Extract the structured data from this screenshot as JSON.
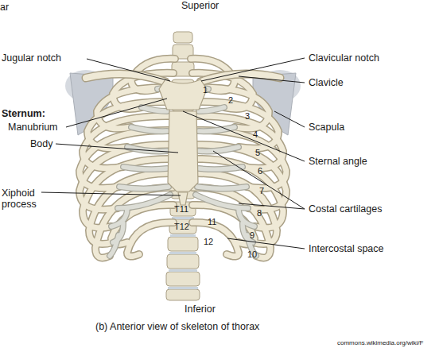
{
  "diagram": {
    "caption": "(b) Anterior view of skeleton of thorax",
    "labels": [
      "ar",
      "Superior",
      "Jugular notch",
      "Clavicular notch",
      "Clavicle",
      "Sternum:",
      "Manubrium",
      "Body",
      "Scapula",
      "Sternal angle",
      "Xiphoid process",
      "Costal cartilages",
      "Intercostal space",
      "1",
      "2",
      "3",
      "4",
      "5",
      "6",
      "7",
      "8",
      "9",
      "10",
      "11",
      "12",
      "T11",
      "T12",
      "Inferior",
      "commons.wikimedia.org/wiki/F"
    ]
  }
}
